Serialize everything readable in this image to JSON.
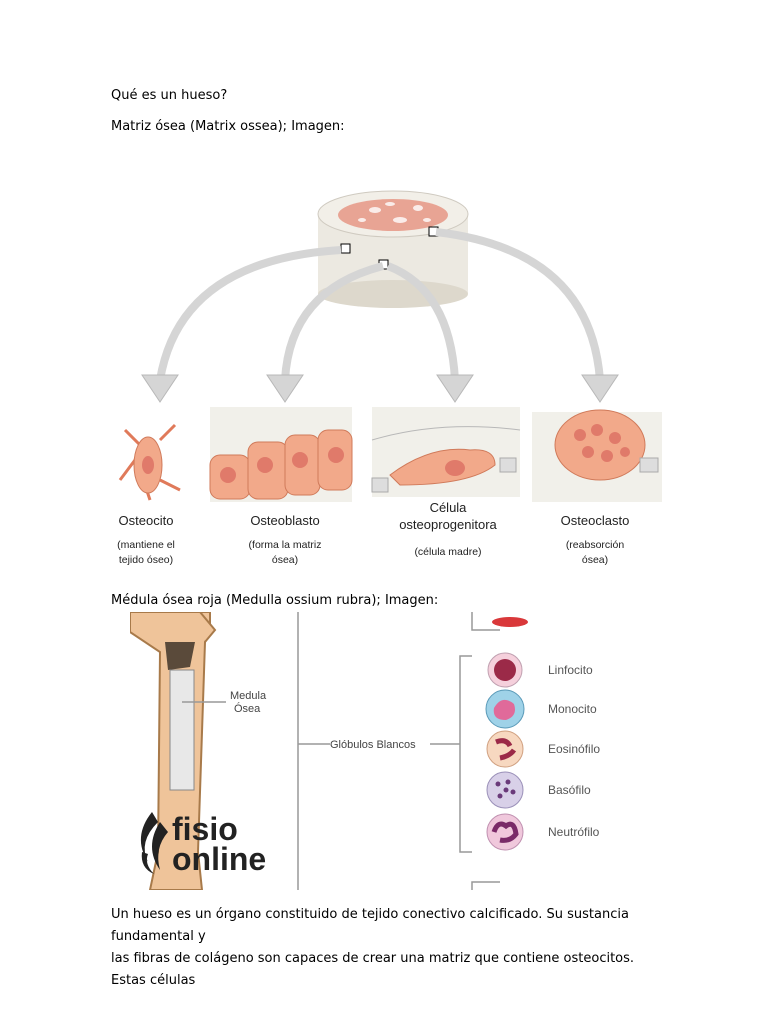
{
  "doc": {
    "question": "Qué es un hueso?",
    "matrix_heading": "Matriz ósea (Matrix ossea); Imagen:",
    "marrow_heading": "Médula ósea roja (Medulla ossium rubra); Imagen:",
    "paragraph_line1": "Un hueso es un órgano constituido de tejido conectivo calcificado. Su sustancia fundamental y",
    "paragraph_line2": "las fibras de colágeno son capaces de crear una matriz que contiene osteocitos. Estas células"
  },
  "figure1": {
    "cells": [
      {
        "name": "Osteocito",
        "desc1": "(mantiene el",
        "desc2": "tejido óseo)"
      },
      {
        "name": "Osteoblasto",
        "desc1": "(forma la matriz",
        "desc2": "ósea)"
      },
      {
        "name1": "Célula",
        "name2": "osteoprogenitora",
        "desc1": "(célula madre)"
      },
      {
        "name": "Osteoclasto",
        "desc1": "(reabsorción",
        "desc2": "ósea)"
      }
    ]
  },
  "figure2": {
    "bone_label1": "Medula",
    "bone_label2": "Ósea",
    "group_label": "Glóbulos Blancos",
    "cells": [
      "Linfocito",
      "Monocito",
      "Eosinófilo",
      "Basófilo",
      "Neutrófilo"
    ],
    "logo_line1": "fisio",
    "logo_line2": "online"
  },
  "colors": {
    "cell_fill": "#f2a98a",
    "nucleus": "#e07a6a",
    "arrow": "#d8d8d8"
  }
}
